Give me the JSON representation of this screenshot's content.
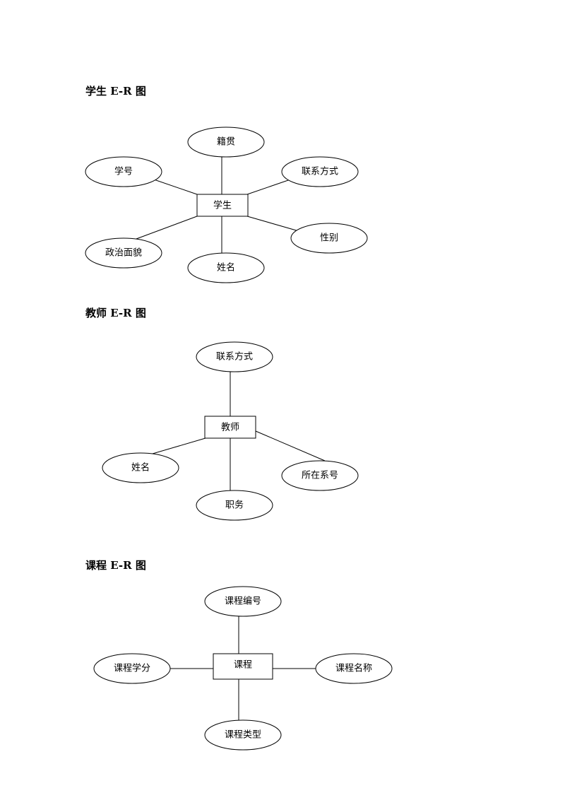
{
  "diagrams": {
    "student": {
      "heading": "学生 E-R 图",
      "entity": "学生",
      "attrs": {
        "jiguan": "籍贯",
        "xuehao": "学号",
        "lianxi": "联系方式",
        "xingbie": "性别",
        "zhengzhi": "政治面貌",
        "xingming": "姓名"
      }
    },
    "teacher": {
      "heading": "教师 E-R 图",
      "entity": "教师",
      "attrs": {
        "lianxi": "联系方式",
        "xingming": "姓名",
        "xi": "所在系号",
        "zhiwu": "职务"
      }
    },
    "course": {
      "heading": "课程 E-R 图",
      "entity": "课程",
      "attrs": {
        "bianhao": "课程编号",
        "xuefen": "课程学分",
        "mingcheng": "课程名称",
        "leixing": "课程类型"
      }
    }
  }
}
